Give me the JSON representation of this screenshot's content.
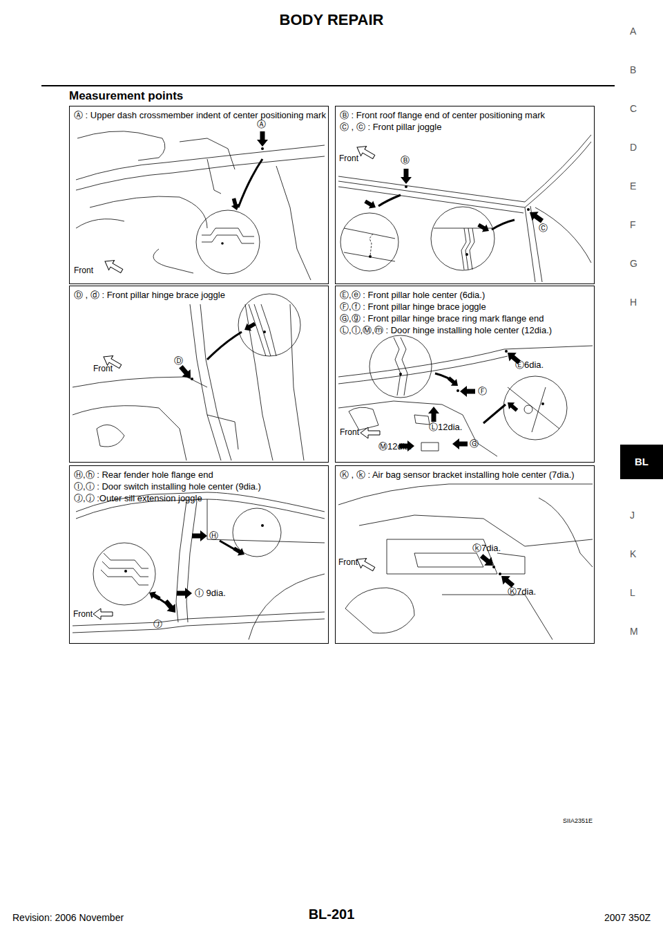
{
  "diagram": {
    "title": "BODY REPAIR",
    "nodes": [
      {
        "text": [
          "Ⓐ : Upper dash crossmember indent of center positioning mark"
        ]
      },
      {
        "text": [
          "Ⓑ : Front roof flange end of center positioning mark",
          "Ⓒ , ⓒ : Front pillar joggle"
        ]
      },
      {
        "text": [
          "Ⓓ , ⓓ : Front pillar hinge brace joggle"
        ]
      },
      {
        "text": [
          "Ⓔ,ⓔ : Front pillar hole center (6dia.)",
          "Ⓕ,ⓕ : Front pillar hinge brace joggle",
          "Ⓖ,ⓖ : Front pillar hinge brace ring mark flange end",
          "Ⓛ,ⓛ,Ⓜ,ⓜ : Door hinge installing hole center (12dia.)"
        ]
      },
      {
        "text": [
          "Ⓗ,ⓗ : Rear fender hole flange end",
          "Ⓘ,ⓘ : Door switch installing hole center (9dia.)",
          "Ⓙ,ⓙ :Outer sill extension joggle"
        ]
      },
      {
        "text": [
          "Ⓚ , ⓚ : Air bag sensor bracket installing hole center (7dia.)"
        ]
      }
    ],
    "labels": [
      "Measurement points",
      "A",
      "B",
      "C",
      "D",
      "E",
      "F",
      "G",
      "H",
      "BL",
      "J",
      "K",
      "L",
      "M",
      "Front",
      "Ⓐ",
      "Front",
      "Ⓑ",
      "Ⓒ",
      "Front",
      "Ⓓ",
      "Ⓔ6dia.",
      "Ⓕ",
      "Front",
      "Ⓛ12dia.",
      "Ⓜ12dia.",
      "Ⓖ",
      "Ⓗ",
      "Ⓘ 9dia.",
      "Front",
      "Ⓙ",
      "Front",
      "ⓚ7dia.",
      "Ⓚ7dia.",
      "SIIA2351E",
      "Revision: 2006 November",
      "BL-201",
      "2007 350Z"
    ]
  }
}
